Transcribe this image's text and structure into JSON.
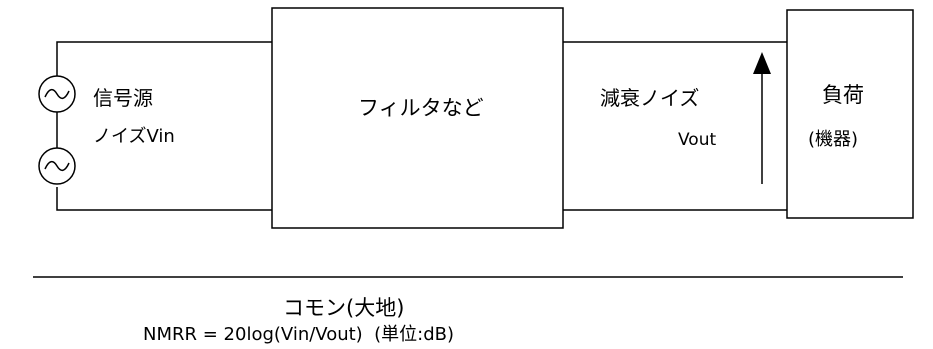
{
  "source": {
    "label": "信号源",
    "noise_label": "ノイズVin"
  },
  "filter": {
    "label": "フィルタなど"
  },
  "attenuated": {
    "label": "減衰ノイズ",
    "vout": "Vout"
  },
  "load": {
    "label": "負荷",
    "sublabel": "(機器)"
  },
  "ground": {
    "label": "コモン(大地)"
  },
  "formula": "NMRR = 20log(Vin/Vout)  (単位:dB)",
  "colors": {
    "line": "#000000",
    "background": "#ffffff"
  }
}
